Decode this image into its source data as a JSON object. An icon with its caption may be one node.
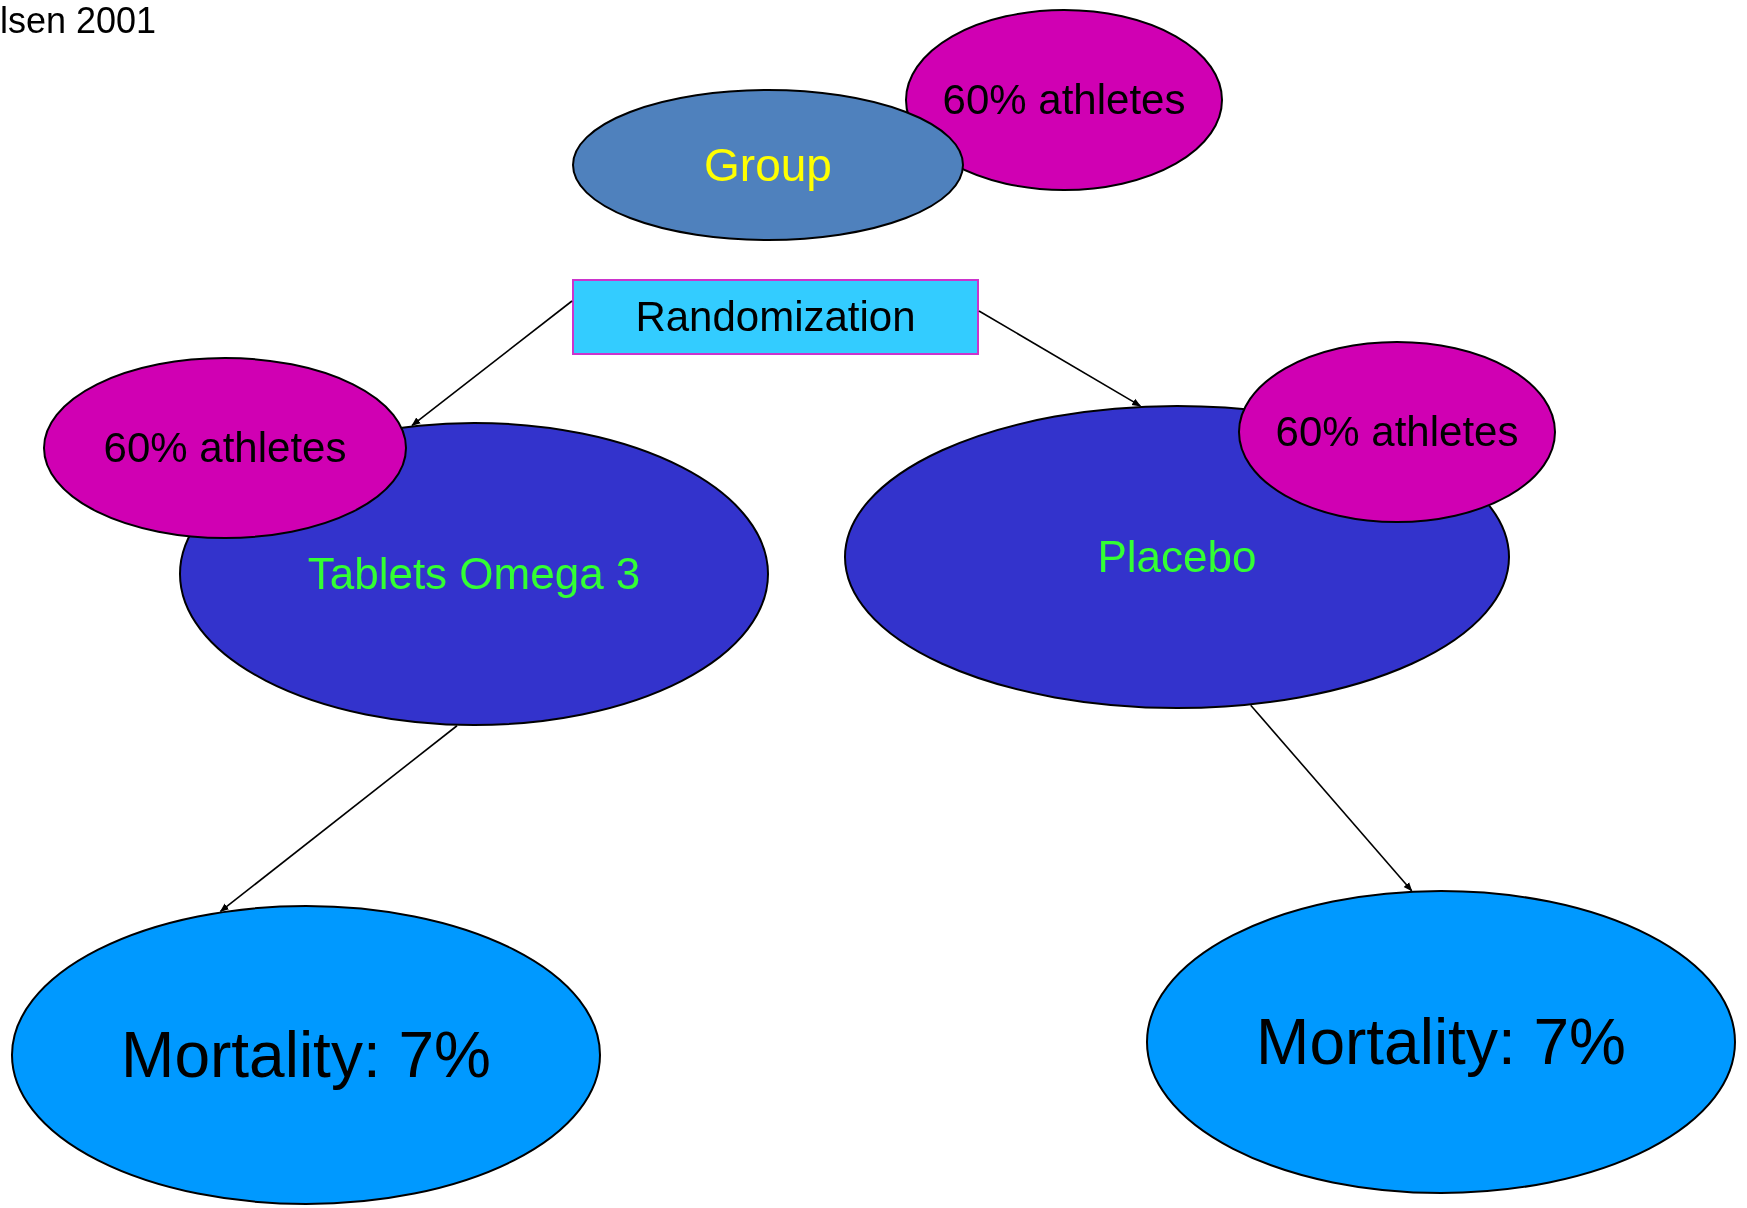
{
  "diagram": {
    "nodes": [
      {
        "text": [
          "Group"
        ]
      },
      {
        "text": [
          "60% athletes"
        ]
      },
      {
        "text": [
          "Randomization"
        ]
      },
      {
        "text": [
          "Tablets Omega 3"
        ]
      },
      {
        "text": [
          "60% athletes"
        ]
      },
      {
        "text": [
          "Placebo"
        ]
      },
      {
        "text": [
          "60% athletes"
        ]
      },
      {
        "text": [
          "Mortality: 7%"
        ]
      },
      {
        "text": [
          "Mortality: 7%"
        ]
      }
    ],
    "edges": [
      {
        "from": 2,
        "to": 3,
        "arrow": "to"
      },
      {
        "from": 2,
        "to": 5,
        "arrow": "to"
      },
      {
        "from": 3,
        "to": 7,
        "arrow": "to"
      },
      {
        "from": 5,
        "to": 8,
        "arrow": "to"
      }
    ],
    "labels": [
      "lsen 2001"
    ]
  }
}
